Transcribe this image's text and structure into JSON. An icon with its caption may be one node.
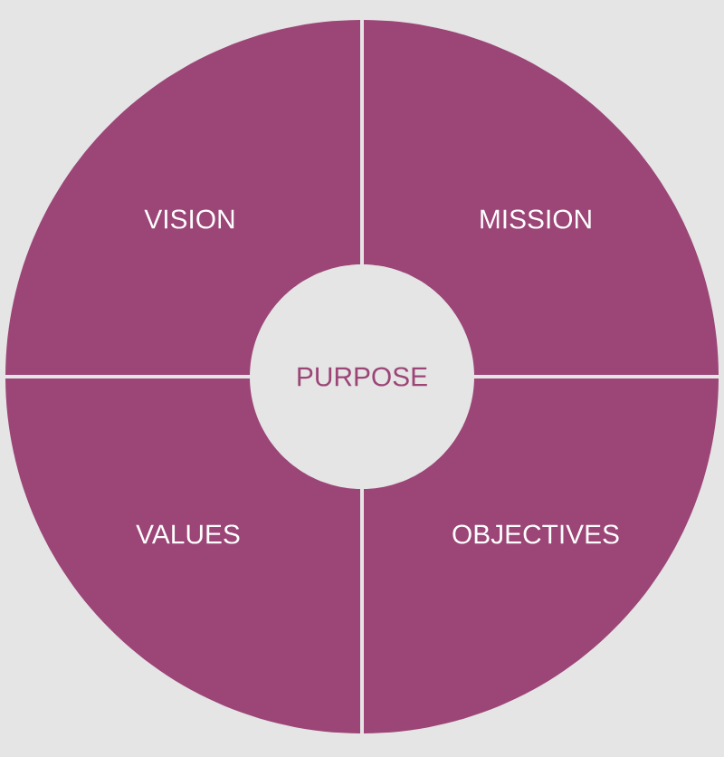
{
  "diagram": {
    "nodes": [
      {
        "text": [
          "VISION"
        ]
      },
      {
        "text": [
          "MISSION"
        ]
      },
      {
        "text": [
          "PURPOSE"
        ]
      },
      {
        "text": [
          "VALUES"
        ]
      },
      {
        "text": [
          "OBJECTIVES"
        ]
      }
    ]
  }
}
